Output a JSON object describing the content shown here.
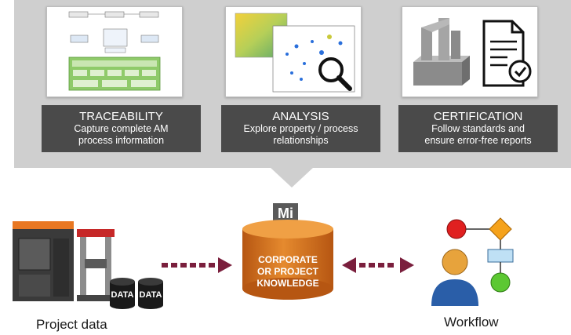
{
  "cards": [
    {
      "title": "TRACEABILITY",
      "line1": "Capture complete AM",
      "line2": "process information"
    },
    {
      "title": "ANALYSIS",
      "line1": "Explore property / process",
      "line2": "relationships"
    },
    {
      "title": "CERTIFICATION",
      "line1": "Follow standards and",
      "line2": "ensure error-free reports"
    }
  ],
  "center": {
    "logo": "Mi",
    "line1": "CORPORATE",
    "line2": "OR PROJECT",
    "line3": "KNOWLEDGE"
  },
  "left": {
    "caption": "Project data",
    "disk_label": "DATA"
  },
  "right": {
    "caption": "Workflow"
  },
  "colors": {
    "banner": "#cfcfcf",
    "card": "#4a4a4a",
    "cylinder": "#d9711e",
    "arrow": "#7a1f3d"
  },
  "icons": [
    "flowchart-thumbnail",
    "scatter-plot-thumbnail",
    "magnifier-icon",
    "3d-printed-part-image",
    "certificate-document-icon",
    "checkmark-icon",
    "data-cylinder-icon",
    "dotted-arrow-icon",
    "bidirectional-dotted-arrow-icon",
    "user-icon",
    "workflow-icon"
  ]
}
